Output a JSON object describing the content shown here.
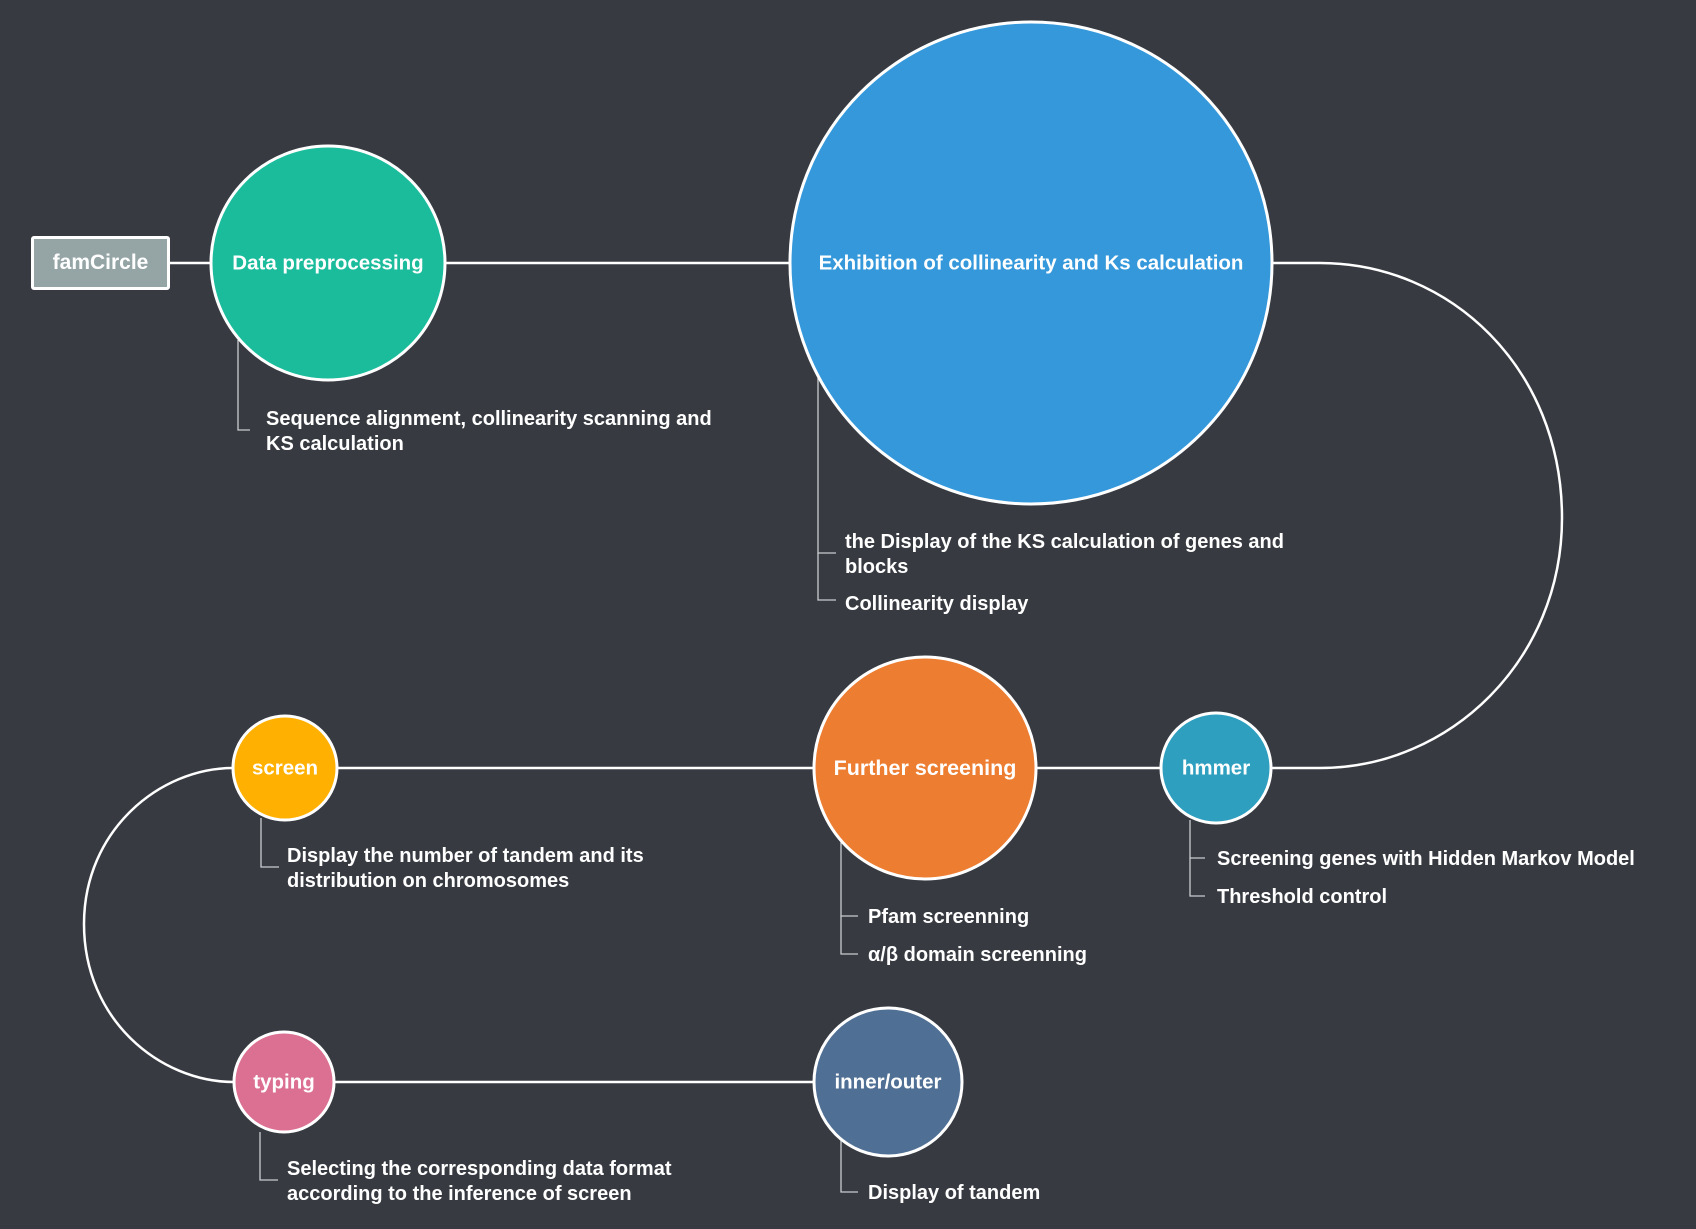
{
  "root": {
    "label": "famCircle",
    "color": "#95a5a6"
  },
  "nodes": {
    "preprocessing": {
      "label": "Data preprocessing",
      "color": "#1abc9c"
    },
    "exhibition": {
      "label": "Exhibition of collinearity and Ks calculation",
      "color": "#3498db"
    },
    "hmmer": {
      "label": "hmmer",
      "color": "#2e9fbf"
    },
    "further": {
      "label": "Further screening",
      "color": "#ed7d31"
    },
    "screen": {
      "label": "screen",
      "color": "#ffb000"
    },
    "typing": {
      "label": "typing",
      "color": "#dc7092"
    },
    "innerouter": {
      "label": "inner/outer",
      "color": "#4f6f94"
    }
  },
  "notes": {
    "preprocessing": [
      "Sequence alignment, collinearity scanning and",
      "KS calculation"
    ],
    "exhibition_1": [
      "the Display of the KS calculation of genes and",
      "blocks"
    ],
    "exhibition_2": "Collinearity display",
    "hmmer_1": "Screening genes with Hidden Markov Model",
    "hmmer_2": "Threshold control",
    "further_1": "Pfam screenning",
    "further_2": "α/β domain screenning",
    "screen": [
      "Display the number of tandem and its",
      "distribution on chromosomes"
    ],
    "typing": [
      "Selecting the corresponding data format",
      "according to the inference of screen"
    ],
    "innerouter": "Display of tandem"
  }
}
